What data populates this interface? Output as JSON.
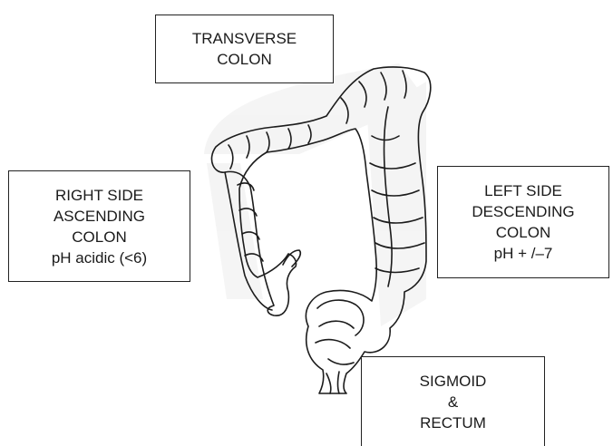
{
  "labels": {
    "transverse": [
      "TRANSVERSE",
      "COLON"
    ],
    "right_side": [
      "RIGHT SIDE",
      "ASCENDING",
      "COLON",
      "pH acidic (<6)"
    ],
    "left_side": [
      "LEFT SIDE",
      "DESCENDING",
      "COLON",
      "pH + /–7"
    ],
    "sigmoid": [
      "SIGMOID",
      "&",
      "RECTUM"
    ]
  },
  "colors": {
    "outline": "#1a1a1a",
    "background": "#ffffff",
    "shading": "#e6e6e6"
  }
}
